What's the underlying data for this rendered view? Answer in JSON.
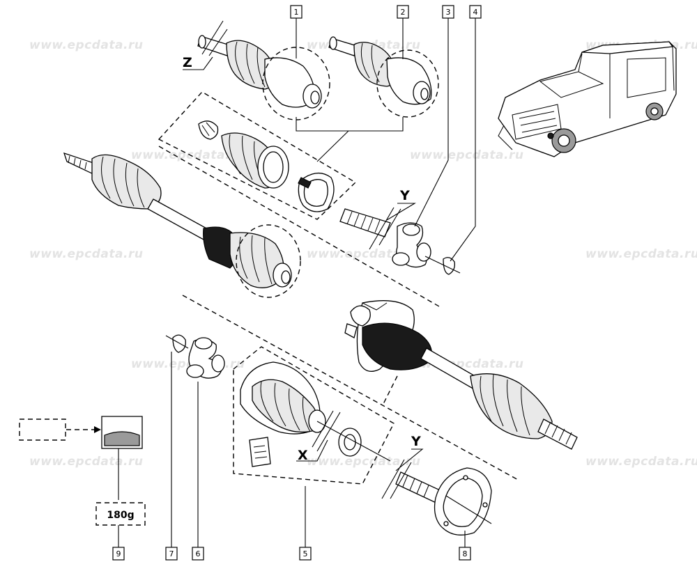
{
  "watermark": "www.epcdata.ru",
  "callouts": [
    {
      "id": "callout-1",
      "label": "1"
    },
    {
      "id": "callout-2",
      "label": "2"
    },
    {
      "id": "callout-3",
      "label": "3"
    },
    {
      "id": "callout-4",
      "label": "4"
    },
    {
      "id": "callout-5",
      "label": "5"
    },
    {
      "id": "callout-6",
      "label": "6"
    },
    {
      "id": "callout-7",
      "label": "7"
    },
    {
      "id": "callout-8",
      "label": "8"
    },
    {
      "id": "callout-9",
      "label": "9"
    }
  ],
  "dimensions": {
    "z": "Z",
    "y_upper": "Y",
    "y_lower": "Y",
    "x": "X"
  },
  "grease_weight": "180g",
  "colors": {
    "line": "#000000",
    "boot_fill": "#e9e9e9",
    "watermark": "#e3e3e3"
  }
}
